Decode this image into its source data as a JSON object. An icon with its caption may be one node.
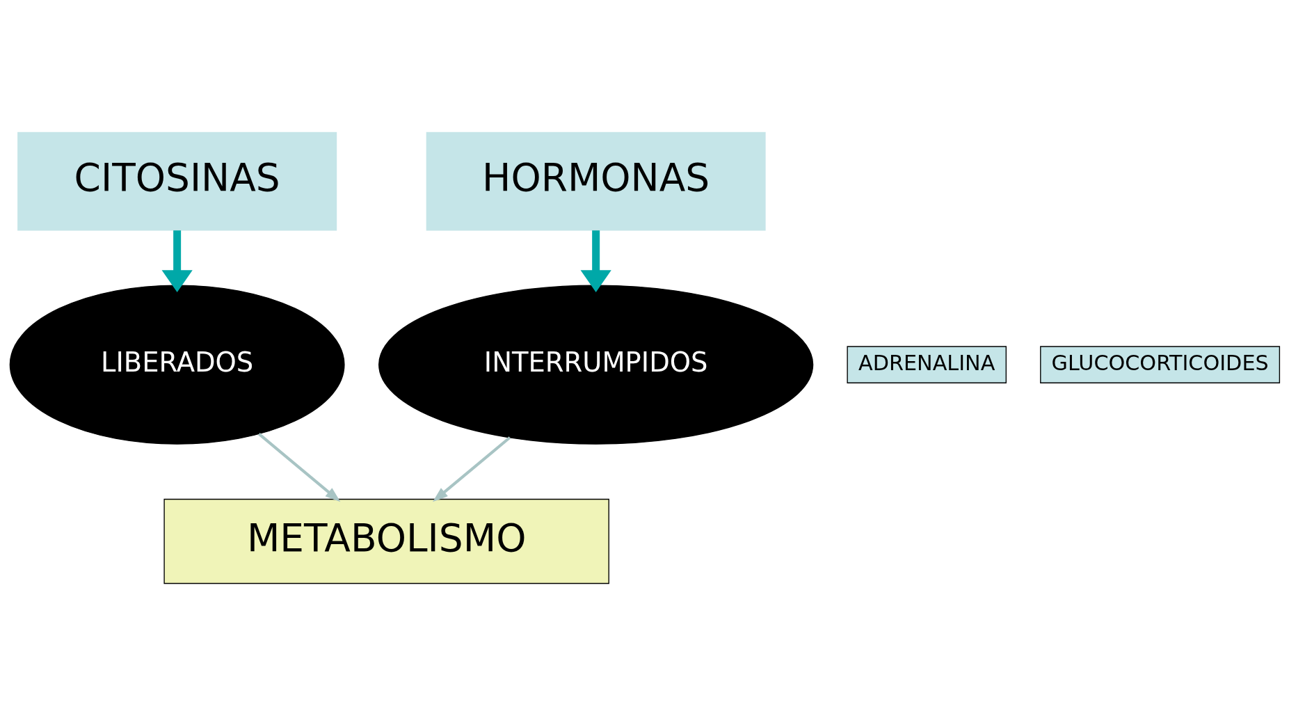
{
  "diagram": {
    "nodes": [
      {
        "text": [
          "CITOSINAS"
        ]
      },
      {
        "text": [
          "HORMONAS"
        ]
      },
      {
        "text": [
          "ADRENALINA"
        ]
      },
      {
        "text": [
          "GLUCOCORTICOIDES"
        ]
      },
      {
        "text": [
          "LIBERADOS"
        ]
      },
      {
        "text": [
          "INTERRUMPIDOS"
        ]
      },
      {
        "text": [
          "METABOLISMO"
        ]
      }
    ],
    "edges": [
      {
        "from": 0,
        "to": 4,
        "arrow": "to",
        "style": "thick",
        "color": "#00a8a8"
      },
      {
        "from": 1,
        "to": 5,
        "arrow": "to",
        "style": "thick",
        "color": "#00a8a8"
      },
      {
        "from": 4,
        "to": 6,
        "arrow": "to",
        "color": "#a8c4c4"
      },
      {
        "from": 5,
        "to": 6,
        "arrow": "to",
        "color": "#a8c4c4"
      }
    ]
  }
}
